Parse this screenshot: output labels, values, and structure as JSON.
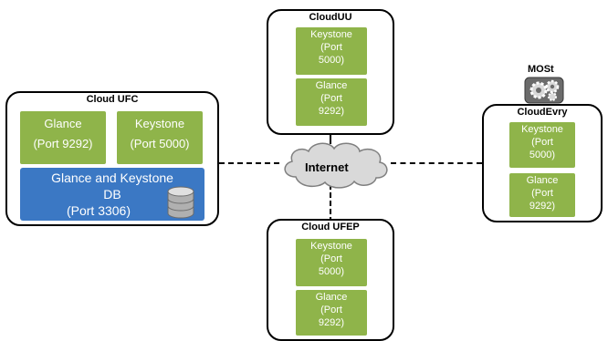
{
  "internet": {
    "label": "Internet"
  },
  "cloud_ufc": {
    "title": "Cloud UFC",
    "glance": {
      "name": "Glance",
      "port": "(Port 9292)"
    },
    "keystone": {
      "name": "Keystone",
      "port": "(Port 5000)"
    },
    "db": {
      "line1": "Glance and Keystone",
      "line2": "DB",
      "port": "(Port 3306)"
    }
  },
  "cloud_uu": {
    "title": "CloudUU",
    "keystone": {
      "name": "Keystone",
      "port1": "(Port",
      "port2": "5000)"
    },
    "glance": {
      "name": "Glance",
      "port1": "(Port",
      "port2": "9292)"
    }
  },
  "cloud_ufep": {
    "title": "Cloud UFEP",
    "keystone": {
      "name": "Keystone",
      "port1": "(Port",
      "port2": "5000)"
    },
    "glance": {
      "name": "Glance",
      "port1": "(Port",
      "port2": "9292)"
    }
  },
  "cloud_evry": {
    "title": "CloudEvry",
    "keystone": {
      "name": "Keystone",
      "port1": "(Port",
      "port2": "5000)"
    },
    "glance": {
      "name": "Glance",
      "port1": "(Port",
      "port2": "9292)"
    }
  },
  "most": {
    "label": "MOSt",
    "icon": "gears-icon"
  },
  "colors": {
    "service_green": "#8fb44a",
    "db_blue": "#3b78c4",
    "cloud_gray": "#d9d9d9"
  }
}
